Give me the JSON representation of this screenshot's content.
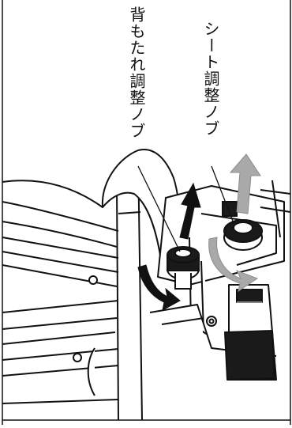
{
  "labels": {
    "backrest_knob": "背もたれ調整ノブ",
    "seat_knob": "シート調整ノブ"
  },
  "colors": {
    "line": "#111111",
    "arrow_black": "#111111",
    "arrow_gray": "#a9a9a9",
    "fill_white": "#ffffff",
    "fill_dark": "#1a1a1a"
  },
  "figure": {
    "orientation": "rotated-90-ccw",
    "parts": [
      "backrest-knob-icon",
      "seat-knob-icon",
      "black-arrow-icon",
      "gray-arrow-icon",
      "seat-frame",
      "backrest-pad"
    ]
  }
}
